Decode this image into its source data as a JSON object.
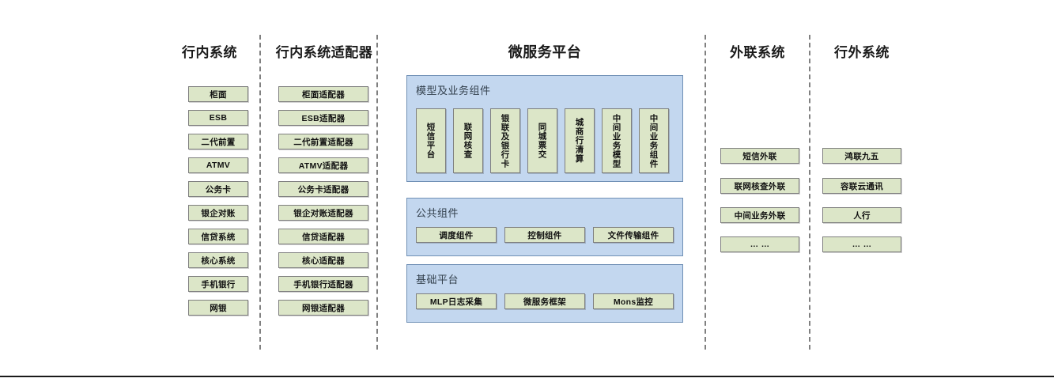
{
  "columns": [
    {
      "id": "in-bank-systems",
      "title": "行内系统",
      "items": [
        "柜面",
        "ESB",
        "二代前置",
        "ATMV",
        "公务卡",
        "银企对账",
        "信贷系统",
        "核心系统",
        "手机银行",
        "网银"
      ]
    },
    {
      "id": "in-bank-adapters",
      "title": "行内系统适配器",
      "items": [
        "柜面适配器",
        "ESB适配器",
        "二代前置适配器",
        "ATMV适配器",
        "公务卡适配器",
        "银企对账适配器",
        "信贷适配器",
        "核心适配器",
        "手机银行适配器",
        "网银适配器"
      ]
    },
    {
      "id": "external-link-systems",
      "title": "外联系统",
      "items": [
        "短信外联",
        "联网核查外联",
        "中间业务外联",
        "… …"
      ]
    },
    {
      "id": "out-bank-systems",
      "title": "行外系统",
      "items": [
        "鸿联九五",
        "容联云通讯",
        "人行",
        "… …"
      ]
    }
  ],
  "platform": {
    "title": "微服务平台",
    "panels": [
      {
        "id": "model-business-components",
        "title": "模型及业务组件",
        "orientation": "vertical",
        "items": [
          "短信平台",
          "联网核查",
          "银联及银行卡",
          "同城票交",
          "城商行清算",
          "中间业务模型",
          "中间业务组件"
        ]
      },
      {
        "id": "public-components",
        "title": "公共组件",
        "orientation": "horizontal",
        "items": [
          "调度组件",
          "控制组件",
          "文件传输组件"
        ]
      },
      {
        "id": "base-platform",
        "title": "基础平台",
        "orientation": "horizontal",
        "items": [
          "MLP日志采集",
          "微服务框架",
          "Mons监控"
        ]
      }
    ]
  },
  "colors": {
    "box_fill": "#dce6c8",
    "box_border": "#7f7f7f",
    "panel_fill": "#c3d7ef",
    "panel_border": "#7090b5",
    "divider": "#808080",
    "text": "#111111"
  }
}
